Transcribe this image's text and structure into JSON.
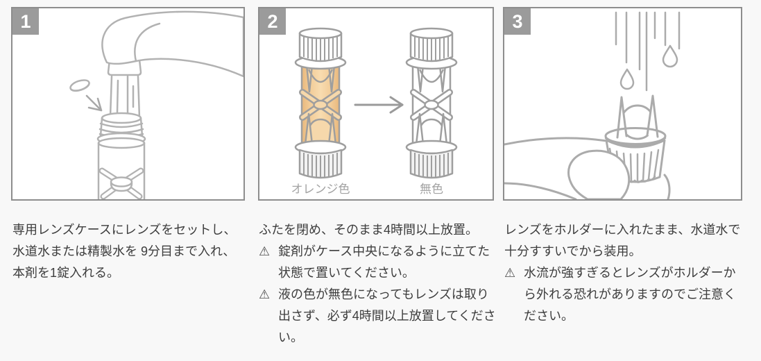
{
  "colors": {
    "page_bg": "#f8f8f8",
    "panel_bg": "#ffffff",
    "panel_border": "#8d8d8d",
    "badge_bg": "#9b9b9b",
    "badge_text": "#ffffff",
    "line_art": "#aeaeae",
    "body_text": "#3d3d3d",
    "muted_label": "#a3a3a3",
    "orange_edge": "#e9b87c",
    "orange_center": "#f8dcb0"
  },
  "warning_icon": "⚠",
  "steps": [
    {
      "number": "1",
      "illustration": "tablet-dropped-into-lens-case-under-faucet",
      "description": "専用レンズケースにレンズをセットし、水道水または精製水を 9分目まで入れ、本剤を1錠入れる。",
      "notes": []
    },
    {
      "number": "2",
      "illustration": "case-liquid-color-change",
      "before_label": "オレンジ色",
      "after_label": "無色",
      "description": "ふたを閉め、そのまま4時間以上放置。",
      "notes": [
        "錠剤がケース中央になるように立てた状態で置いてください。",
        "液の色が無色になってもレンズは取り出さず、必ず4時間以上放置してください。"
      ]
    },
    {
      "number": "3",
      "illustration": "rinsing-lens-holder-under-tap-water",
      "description": "レンズをホルダーに入れたまま、水道水で十分すすいでから装用。",
      "notes": [
        "水流が強すぎるとレンズがホルダーから外れる恐れがありますのでご注意ください。"
      ]
    }
  ]
}
